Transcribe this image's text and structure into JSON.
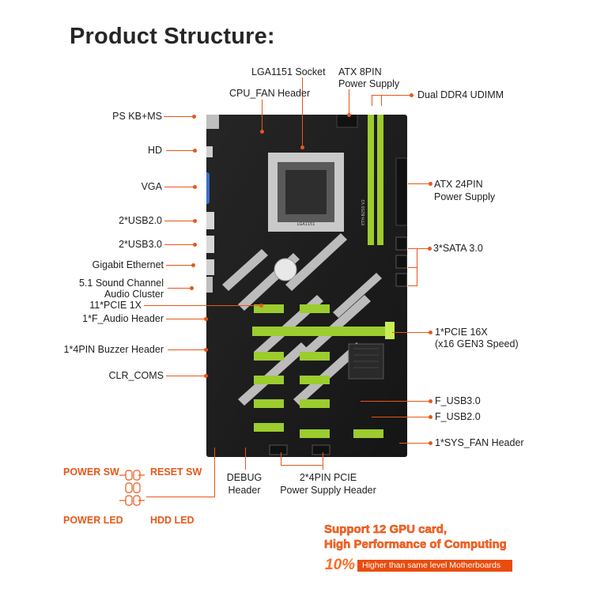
{
  "title": "Product Structure:",
  "labels": {
    "lga": "LGA1151 Socket",
    "atx8_1": "ATX 8PIN",
    "atx8_2": "Power Supply",
    "ddr4": "Dual DDR4 UDIMM",
    "cpufan": "CPU_FAN Header",
    "ps": "PS KB+MS",
    "hd": "HD",
    "vga": "VGA",
    "atx24_1": "ATX 24PIN",
    "atx24_2": "Power Supply",
    "usb2": "2*USB2.0",
    "usb3": "2*USB3.0",
    "sata": "3*SATA 3.0",
    "gbe": "Gigabit Ethernet",
    "sound1": "5.1 Sound Channel",
    "sound2": "Audio Cluster",
    "pcie1x": "11*PCIE 1X",
    "faudio": "1*F_Audio Header",
    "pcie16_1": "1*PCIE 16X",
    "pcie16_2": "(x16 GEN3 Speed)",
    "buzzer": "1*4PIN Buzzer Header",
    "clr": "CLR_COMS",
    "fusb3": "F_USB3.0",
    "fusb2": "F_USB2.0",
    "sysfan": "1*SYS_FAN Header",
    "debug1": "DEBUG",
    "debug2": "Header",
    "pcie4_1": "2*4PIN PCIE",
    "pcie4_2": "Power Supply Header",
    "powersw": "POWER SW",
    "resetsw": "RESET SW",
    "powerled": "POWER LED",
    "hddled": "HDD  LED"
  },
  "board": {
    "silk_model": "ETH-B250 V2",
    "socket_text": "LGA1151"
  },
  "promo": {
    "line1": "Support 12 GPU card,",
    "line2": "High Performance of Computing",
    "percent": "10%",
    "bar": "Higher than same level Motherboards"
  },
  "colors": {
    "accent": "#e8571a",
    "slot": "#9ccc2e",
    "pcb": "#1d1d1d"
  }
}
